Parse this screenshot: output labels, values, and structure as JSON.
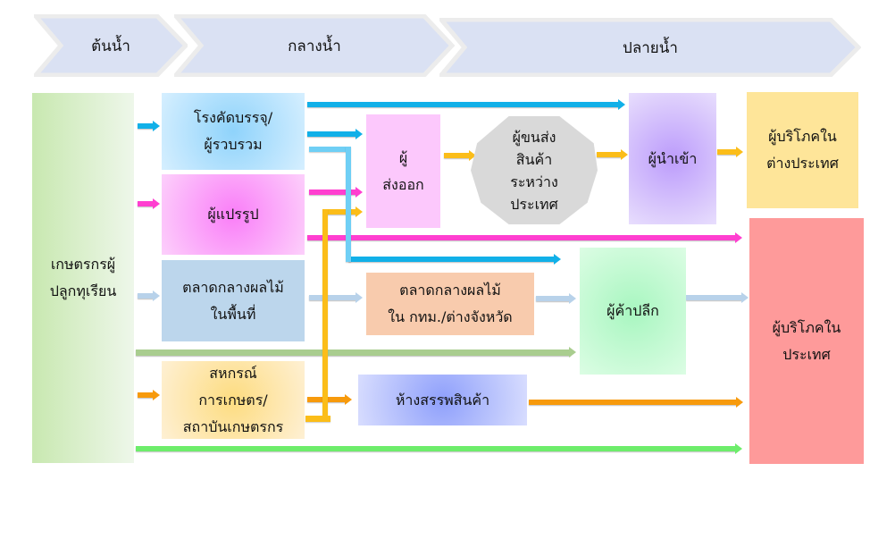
{
  "stages": {
    "upstream": "ต้นน้ำ",
    "midstream": "กลางน้ำ",
    "downstream": "ปลายน้ำ"
  },
  "nodes": {
    "farmer": [
      "เกษตรกรผู้",
      "ปลูกทุเรียน"
    ],
    "packing_house": [
      "โรงคัดบรรจุ/",
      "ผู้รวบรวม"
    ],
    "processor": [
      "ผู้แปรรูป"
    ],
    "local_market": [
      "ตลาดกลางผลไม้",
      "ในพื้นที่"
    ],
    "cooperative": [
      "สหกรณ์",
      "การเกษตร/",
      "สถาบันเกษตรกร"
    ],
    "exporter": [
      "ผู้",
      "ส่งออก"
    ],
    "transporter": [
      "ผู้ขนส่ง",
      "สินค้า",
      "ระหว่าง",
      "ประเทศ"
    ],
    "importer": [
      "ผู้นำเข้า"
    ],
    "foreign_consumer": [
      "ผู้บริโภคใน",
      "ต่างประเทศ"
    ],
    "central_market": [
      "ตลาดกลางผลไม้",
      "ใน กทม./ต่างจังหวัด"
    ],
    "retailer": [
      "ผู้ค้าปลีก"
    ],
    "mall": [
      "ห้างสรรพสินค้า"
    ],
    "domestic_consumer": [
      "ผู้บริโภคใน",
      "ประเทศ"
    ]
  },
  "colors": {
    "cyan": "#11b0e8",
    "magenta": "#ff3fd0",
    "lightblue": "#b8d2ea",
    "orange": "#f79a0c",
    "yellow": "#fbbd19",
    "olive": "#a9cd8f",
    "green": "#6ded6b",
    "lightcyan": "#6fcff5"
  }
}
